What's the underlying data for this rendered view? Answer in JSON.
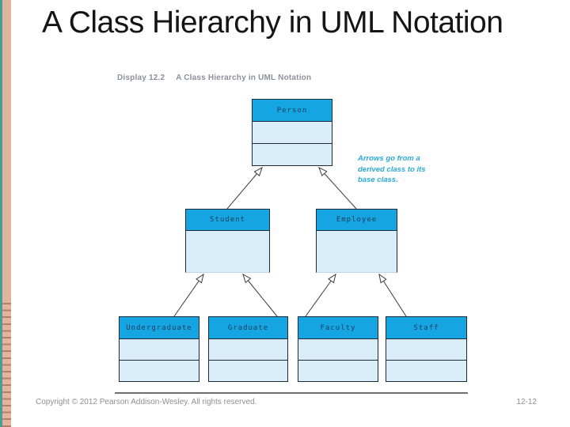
{
  "slide": {
    "title": "A Class Hierarchy in UML Notation",
    "footer": {
      "copyright": "Copyright © 2012 Pearson Addison-Wesley. All rights reserved.",
      "page_number": "12-12"
    }
  },
  "figure": {
    "caption_label": "Display 12.2",
    "caption_title": "A Class Hierarchy in UML Notation",
    "annotation_lines": [
      "Arrows go from a",
      "derived class to its",
      "base class."
    ],
    "classes": {
      "person": {
        "name": "Person"
      },
      "student": {
        "name": "Student"
      },
      "employee": {
        "name": "Employee"
      },
      "undergraduate": {
        "name": "Undergraduate"
      },
      "graduate": {
        "name": "Graduate"
      },
      "faculty": {
        "name": "Faculty"
      },
      "staff": {
        "name": "Staff"
      }
    },
    "relationships": [
      {
        "derived": "Student",
        "base": "Person"
      },
      {
        "derived": "Employee",
        "base": "Person"
      },
      {
        "derived": "Undergraduate",
        "base": "Student"
      },
      {
        "derived": "Graduate",
        "base": "Student"
      },
      {
        "derived": "Faculty",
        "base": "Employee"
      },
      {
        "derived": "Staff",
        "base": "Employee"
      }
    ]
  },
  "colors": {
    "class_header_fill": "#14a5e2",
    "class_body_fill": "#d8edf8",
    "class_border": "#1c2b3a",
    "annotation_text": "#2baad8",
    "caption_text": "#8d909a",
    "footer_text": "#8f8f8f",
    "edge_teal": "#3fa294",
    "edge_tan": "#e2b39e"
  }
}
